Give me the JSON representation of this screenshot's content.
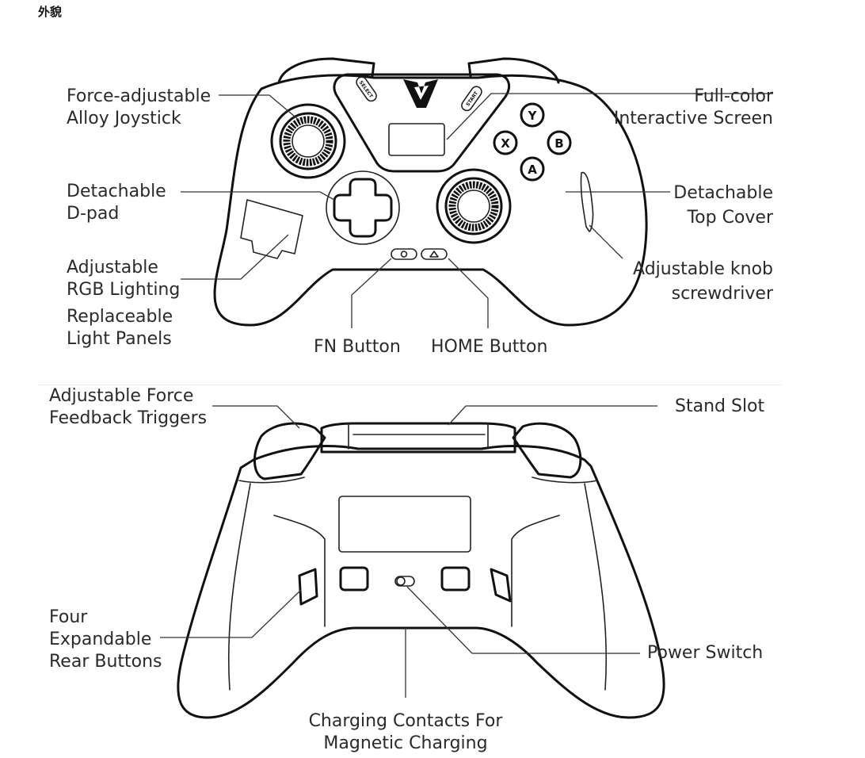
{
  "header": {
    "title": "外貌"
  },
  "front": {
    "joystick": [
      "Force-adjustable",
      "Alloy Joystick"
    ],
    "screen": [
      "Full-color",
      "Interactive Screen"
    ],
    "dpad": [
      "Detachable",
      "D-pad"
    ],
    "top_cover": [
      "Detachable",
      "Top Cover"
    ],
    "rgb": [
      "Adjustable",
      "RGB Lighting"
    ],
    "panels": [
      "Replaceable",
      "Light Panels"
    ],
    "knob": [
      "Adjustable knob",
      "screwdriver"
    ],
    "fn_button": "FN Button",
    "home_button": "HOME Button",
    "btn_y": "Y",
    "btn_x": "X",
    "btn_b": "B",
    "btn_a": "A",
    "select_label": "SELECT",
    "start_label": "START"
  },
  "back": {
    "triggers": [
      "Adjustable Force",
      "Feedback Triggers"
    ],
    "stand_slot": "Stand Slot",
    "rear_buttons": [
      "Four",
      "Expandable",
      "Rear Buttons"
    ],
    "power_switch": "Power Switch",
    "charging": [
      "Charging Contacts For",
      "Magnetic Charging"
    ]
  },
  "colors": {
    "stroke": "#111111",
    "text": "#2a2a2a",
    "background": "#ffffff"
  }
}
